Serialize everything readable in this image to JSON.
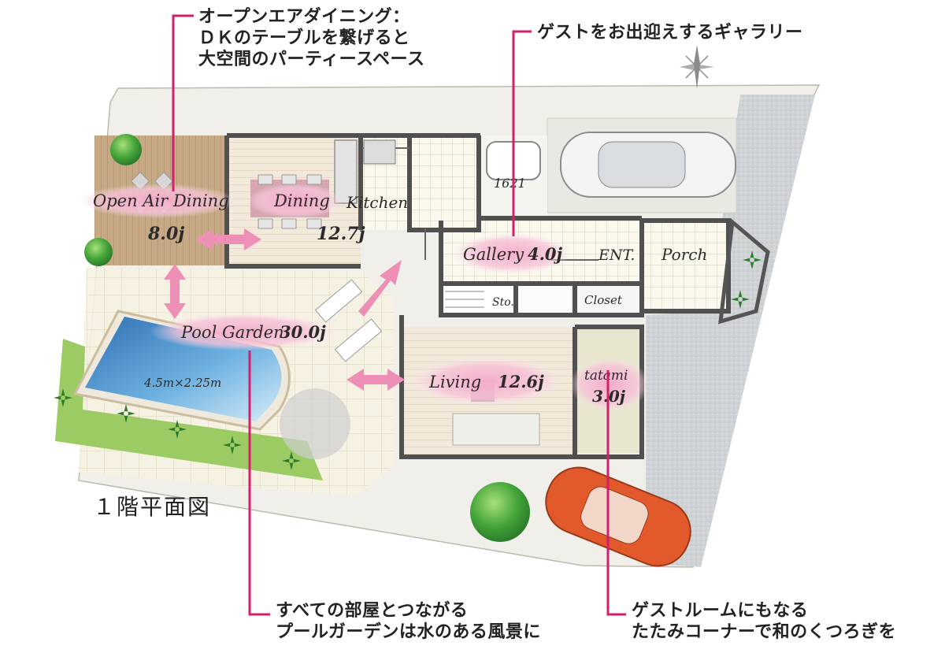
{
  "callouts": {
    "open_air_dining": {
      "line1": "オープンエアダイニング：",
      "line2": "ＤＫのテーブルを繋げると",
      "line3": "大空間のパーティースペース"
    },
    "gallery": {
      "line1": "ゲストをお出迎えするギャラリー"
    },
    "pool_garden": {
      "line1": "すべての部屋とつながる",
      "line2": "プールガーデンは水のある風景に"
    },
    "tatami": {
      "line1": "ゲストルームにもなる",
      "line2": "たたみコーナーで和のくつろぎを"
    }
  },
  "rooms": {
    "open_air_dining": {
      "name": "Open Air Dining",
      "area": "8.0j"
    },
    "dining": {
      "name": "Dining"
    },
    "kitchen": {
      "name": "Kitchen",
      "area": "12.7j"
    },
    "bath": {
      "name": "1621"
    },
    "gallery": {
      "name": "Gallery",
      "area": "4.0j"
    },
    "entrance": {
      "name": "ENT."
    },
    "porch": {
      "name": "Porch"
    },
    "storage": {
      "name": "Sto."
    },
    "closet": {
      "name": "Closet"
    },
    "pool_garden": {
      "name": "Pool Garden",
      "area": "30.0j"
    },
    "pool": {
      "size": "4.5m×2.25m"
    },
    "living": {
      "name": "Living",
      "area": "12.6j"
    },
    "tatami": {
      "name": "tatami",
      "area": "3.0j"
    }
  },
  "floor_title": "１階平面図",
  "colors": {
    "accent_pink": "#d21f6e",
    "highlight_pink": "#f3b9d2",
    "arrow_pink": "#ee8fb5",
    "wall": "#555555",
    "wood_deck": "#c7aa86",
    "tile": "#f6f1df",
    "pool_water": "#3f88c6",
    "grass": "#8fbf5a"
  },
  "icons": [
    "compass-icon",
    "car-icon",
    "palm-tree-icon",
    "tree-icon"
  ]
}
